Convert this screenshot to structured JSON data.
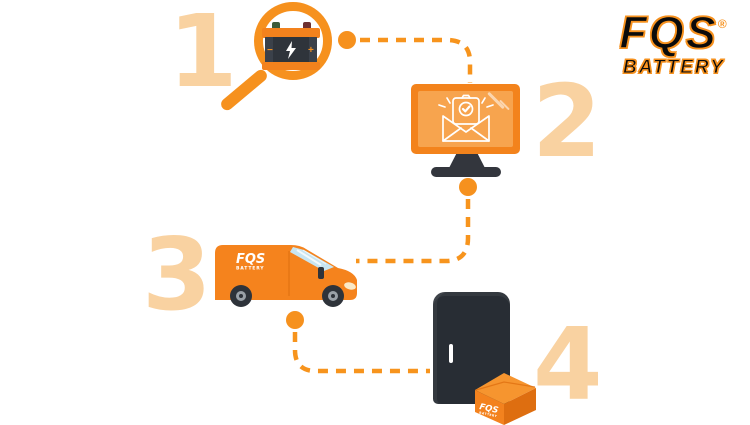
{
  "brand": {
    "name": "FQS",
    "registered": "®",
    "sub": "BATTERY"
  },
  "steps": [
    {
      "number": "1",
      "icon": "magnifier-battery-icon",
      "meaning": "search battery"
    },
    {
      "number": "2",
      "icon": "monitor-order-confirmation-icon",
      "meaning": "order confirmed"
    },
    {
      "number": "3",
      "icon": "delivery-van-icon",
      "meaning": "shipping"
    },
    {
      "number": "4",
      "icon": "door-package-icon",
      "meaning": "delivered to door"
    }
  ],
  "van": {
    "logo": "FQS",
    "logo_sub": "BATTERY"
  },
  "box": {
    "logo": "FQS",
    "logo_sub": "BATTERY"
  },
  "battery": {
    "minus": "−",
    "plus": "+"
  },
  "colors": {
    "orange": "#F6911E",
    "monitor_frame": "#F3831C",
    "screen_orange": "#F7A44E",
    "peach_numbers": "#F9D2A1",
    "charcoal": "#2F343B",
    "door": "#282D34",
    "box_side_dark": "#DE6E10",
    "windshield_blue": "#C8E5F1",
    "white": "#FFFFFF"
  }
}
